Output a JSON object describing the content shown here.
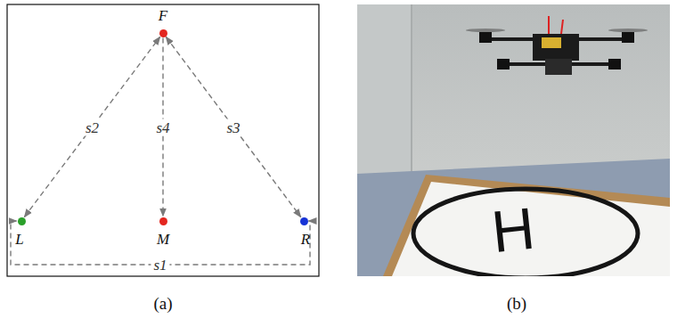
{
  "diagram": {
    "nodes": [
      {
        "text": [
          "F"
        ]
      },
      {
        "text": [
          "L"
        ]
      },
      {
        "text": [
          "M"
        ]
      },
      {
        "text": [
          "R"
        ]
      }
    ],
    "edges": [
      {
        "from": 1,
        "to": 0,
        "label": "s2",
        "arrow": "both"
      },
      {
        "from": 0,
        "to": 2,
        "label": "s4",
        "arrow": "to"
      },
      {
        "from": 0,
        "to": 3,
        "label": "s3",
        "arrow": "both"
      },
      {
        "from": 1,
        "to": 3,
        "label": "s1",
        "arrow": "both"
      }
    ],
    "labels": [
      "H",
      "(a)",
      "(b)"
    ]
  }
}
